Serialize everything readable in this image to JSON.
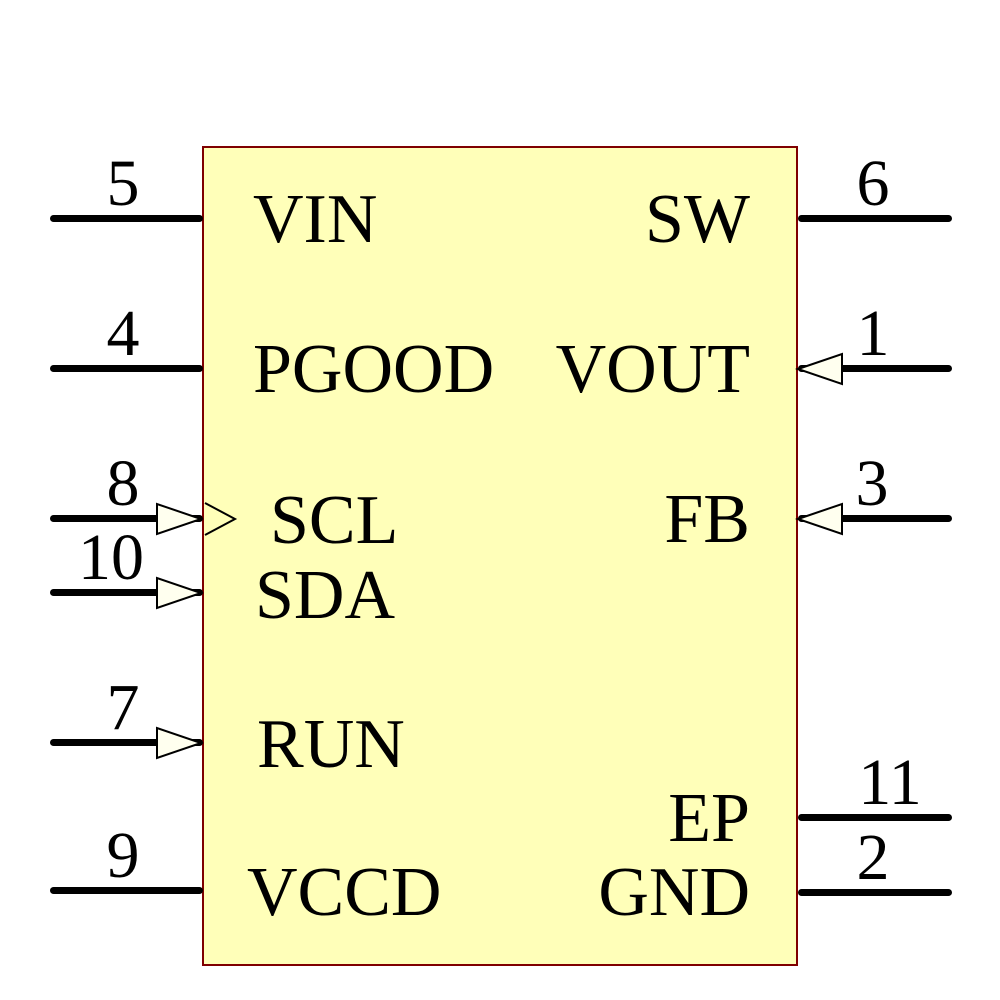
{
  "component": {
    "kind": "schematic-symbol",
    "colors": {
      "body_fill": "#FFFFB9",
      "body_border": "#7F0000",
      "pin_color": "#000000",
      "arrow_fill": "#FFFFEF"
    }
  },
  "pins": [
    {
      "number": "5",
      "name": "VIN",
      "side": "left",
      "arrow": false,
      "clock": false
    },
    {
      "number": "4",
      "name": "PGOOD",
      "side": "left",
      "arrow": false,
      "clock": false
    },
    {
      "number": "8",
      "name": "SCL",
      "side": "left",
      "arrow": true,
      "clock": true
    },
    {
      "number": "10",
      "name": "SDA",
      "side": "left",
      "arrow": true,
      "clock": false
    },
    {
      "number": "7",
      "name": "RUN",
      "side": "left",
      "arrow": true,
      "clock": false
    },
    {
      "number": "9",
      "name": "VCCD",
      "side": "left",
      "arrow": false,
      "clock": false
    },
    {
      "number": "6",
      "name": "SW",
      "side": "right",
      "arrow": false,
      "clock": false
    },
    {
      "number": "1",
      "name": "VOUT",
      "side": "right",
      "arrow": true,
      "clock": false
    },
    {
      "number": "3",
      "name": "FB",
      "side": "right",
      "arrow": true,
      "clock": false
    },
    {
      "number": "11",
      "name": "EP",
      "side": "right",
      "arrow": false,
      "clock": false
    },
    {
      "number": "2",
      "name": "GND",
      "side": "right",
      "arrow": false,
      "clock": false
    }
  ]
}
